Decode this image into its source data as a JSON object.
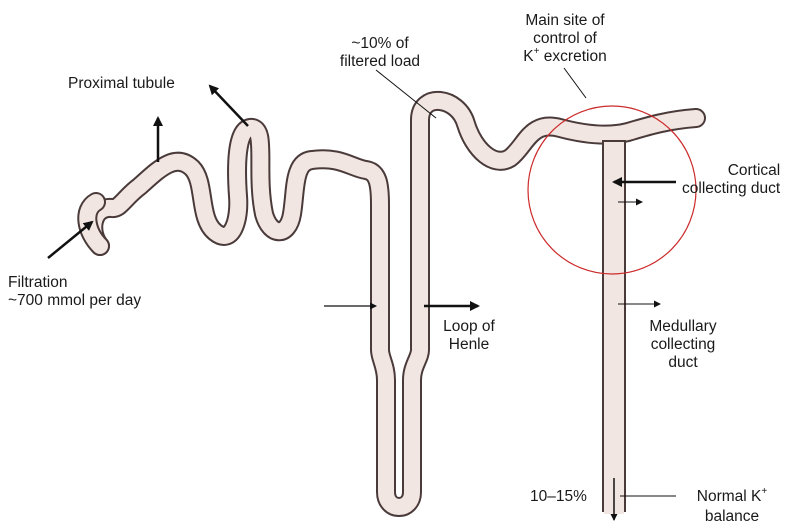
{
  "labels": {
    "proximal_tubule": "Proximal tubule",
    "filtration_line1": "Filtration",
    "filtration_line2": "~700 mmol per day",
    "ten_percent_line1": "~10% of",
    "ten_percent_line2": "filtered load",
    "main_site_line1": "Main site of",
    "main_site_line2": "control of",
    "main_site_line3_pre": "K",
    "main_site_line3_sup": "+",
    "main_site_line3_post": " excretion",
    "cortical_line1": "Cortical",
    "cortical_line2": "collecting duct",
    "loop_line1": "Loop of",
    "loop_line2": "Henle",
    "medullary_line1": "Medullary",
    "medullary_line2": "collecting",
    "medullary_line3": "duct",
    "excretion_percent": "10–15%",
    "balance_line1_pre": "Normal K",
    "balance_line1_sup": "+",
    "balance_line2": "balance"
  },
  "colors": {
    "tubule_fill": "#f1e6e1",
    "tubule_outline": "#4a3a3a",
    "highlight_circle": "#cc2a2a",
    "arrow": "#111111"
  }
}
